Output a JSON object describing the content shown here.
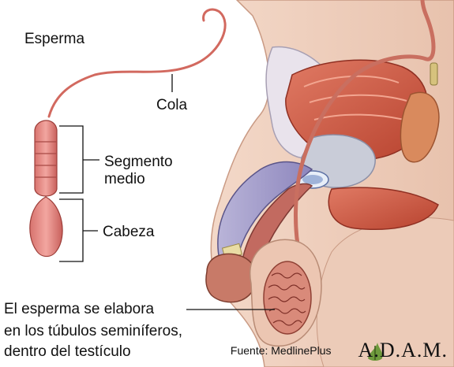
{
  "labels": {
    "sperm": "Esperma",
    "tail": "Cola",
    "midpiece_line1": "Segmento",
    "midpiece_line2": "medio",
    "head": "Cabeza",
    "testis_line1": "El esperma se elabora",
    "testis_line2": "en los túbulos seminíferos,",
    "testis_line3": "dentro del testículo"
  },
  "source": {
    "text": "Fuente: MedlinePlus",
    "brand": "A.D.A.M."
  }
}
